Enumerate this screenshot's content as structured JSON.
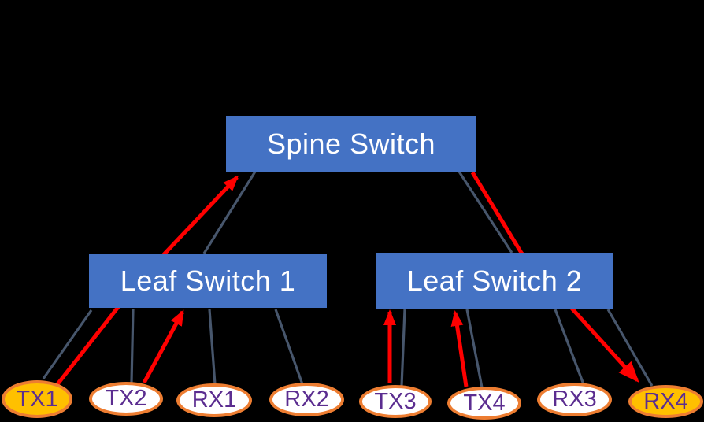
{
  "switches": {
    "spine": {
      "label": "Spine Switch"
    },
    "leaf1": {
      "label": "Leaf Switch 1"
    },
    "leaf2": {
      "label": "Leaf Switch 2"
    }
  },
  "nodes": [
    {
      "id": "tx1",
      "label": "TX1",
      "fill": "#FFC000"
    },
    {
      "id": "tx2",
      "label": "TX2",
      "fill": "#FFFFFF"
    },
    {
      "id": "rx1",
      "label": "RX1",
      "fill": "#FFFFFF"
    },
    {
      "id": "rx2",
      "label": "RX2",
      "fill": "#FFFFFF"
    },
    {
      "id": "tx3",
      "label": "TX3",
      "fill": "#FFFFFF"
    },
    {
      "id": "tx4",
      "label": "TX4",
      "fill": "#FFFFFF"
    },
    {
      "id": "rx3",
      "label": "RX3",
      "fill": "#FFFFFF"
    },
    {
      "id": "rx4",
      "label": "RX4",
      "fill": "#FFC000"
    }
  ],
  "colors": {
    "background": "#000000",
    "switch_fill": "#4472C4",
    "switch_text": "#FFFFFF",
    "node_border": "#ED7D31",
    "node_text": "#5B2D90",
    "link": "#47566C",
    "flow": "#FF0000"
  }
}
